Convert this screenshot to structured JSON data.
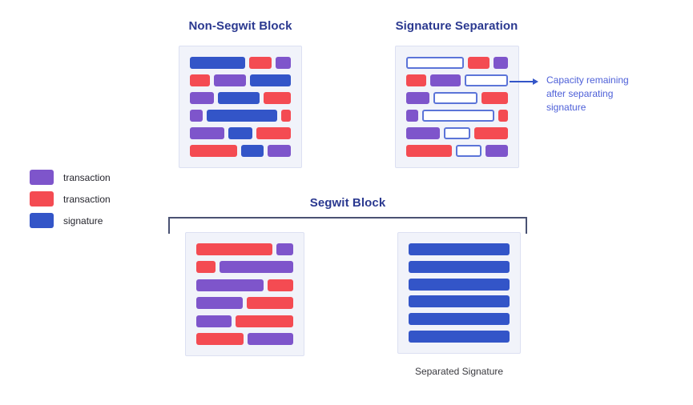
{
  "titles": {
    "non_segwit": "Non-Segwit Block",
    "signature_separation": "Signature Separation",
    "segwit": "Segwit Block"
  },
  "annotation": {
    "text": "Capacity remaining after separating signature"
  },
  "caption": {
    "separated_signature": "Separated Signature"
  },
  "legend": {
    "items": [
      {
        "label": "transaction",
        "type": "transaction-purple",
        "color": "#7E55CB"
      },
      {
        "label": "transaction",
        "type": "transaction-red",
        "color": "#F44B52"
      },
      {
        "label": "signature",
        "type": "signature",
        "color": "#3355C8"
      }
    ]
  },
  "colors": {
    "transaction_purple": "#7E55CB",
    "transaction_red": "#F44B52",
    "signature_blue": "#3355C8",
    "capacity_fill": "#FFFFFF",
    "capacity_border": "#5B74D8",
    "title_navy": "#2B3990",
    "annotation_blue": "#4E60D8",
    "box_bg": "#F1F3FA",
    "box_border": "#DCE0F2",
    "bracket": "#4A5273",
    "caption_dark": "#3A3A3F",
    "legend_text": "#26262E"
  },
  "blocks": {
    "non_segwit": {
      "rows": [
        [
          {
            "type": "signature",
            "w": 70
          },
          {
            "type": "transaction-red",
            "w": 28
          },
          {
            "type": "transaction-purple",
            "w": 19
          }
        ],
        [
          {
            "type": "transaction-red",
            "w": 27
          },
          {
            "type": "transaction-purple",
            "w": 42
          },
          {
            "type": "signature",
            "w": 54
          }
        ],
        [
          {
            "type": "transaction-purple",
            "w": 32
          },
          {
            "type": "signature",
            "w": 55
          },
          {
            "type": "transaction-red",
            "w": 36
          }
        ],
        [
          {
            "type": "transaction-purple",
            "w": 17
          },
          {
            "type": "signature",
            "w": 94
          },
          {
            "type": "transaction-red",
            "w": 13
          }
        ],
        [
          {
            "type": "transaction-purple",
            "w": 45
          },
          {
            "type": "signature",
            "w": 31
          },
          {
            "type": "transaction-red",
            "w": 45
          }
        ],
        [
          {
            "type": "transaction-red",
            "w": 62
          },
          {
            "type": "signature",
            "w": 30
          },
          {
            "type": "transaction-purple",
            "w": 30
          }
        ]
      ]
    },
    "signature_separation": {
      "rows": [
        [
          {
            "type": "capacity",
            "w": 70
          },
          {
            "type": "transaction-red",
            "w": 28
          },
          {
            "type": "transaction-purple",
            "w": 19
          }
        ],
        [
          {
            "type": "transaction-red",
            "w": 27
          },
          {
            "type": "transaction-purple",
            "w": 42
          },
          {
            "type": "capacity",
            "w": 54
          }
        ],
        [
          {
            "type": "transaction-purple",
            "w": 32
          },
          {
            "type": "capacity",
            "w": 55
          },
          {
            "type": "transaction-red",
            "w": 36
          }
        ],
        [
          {
            "type": "transaction-purple",
            "w": 17
          },
          {
            "type": "capacity",
            "w": 94
          },
          {
            "type": "transaction-red",
            "w": 13
          }
        ],
        [
          {
            "type": "transaction-purple",
            "w": 45
          },
          {
            "type": "capacity",
            "w": 31
          },
          {
            "type": "transaction-red",
            "w": 45
          }
        ],
        [
          {
            "type": "transaction-red",
            "w": 62
          },
          {
            "type": "capacity",
            "w": 30
          },
          {
            "type": "transaction-purple",
            "w": 30
          }
        ]
      ]
    },
    "segwit_transactions": {
      "rows": [
        [
          {
            "type": "transaction-red",
            "w": 102
          },
          {
            "type": "transaction-purple",
            "w": 22
          }
        ],
        [
          {
            "type": "transaction-red",
            "w": 25
          },
          {
            "type": "transaction-purple",
            "w": 98
          }
        ],
        [
          {
            "type": "transaction-purple",
            "w": 90
          },
          {
            "type": "transaction-red",
            "w": 34
          }
        ],
        [
          {
            "type": "transaction-purple",
            "w": 62
          },
          {
            "type": "transaction-red",
            "w": 62
          }
        ],
        [
          {
            "type": "transaction-purple",
            "w": 47
          },
          {
            "type": "transaction-red",
            "w": 78
          }
        ],
        [
          {
            "type": "transaction-red",
            "w": 63
          },
          {
            "type": "transaction-purple",
            "w": 60
          }
        ]
      ]
    },
    "segwit_signatures": {
      "rows": [
        [
          {
            "type": "signature",
            "w": 1
          }
        ],
        [
          {
            "type": "signature",
            "w": 1
          }
        ],
        [
          {
            "type": "signature",
            "w": 1
          }
        ],
        [
          {
            "type": "signature",
            "w": 1
          }
        ],
        [
          {
            "type": "signature",
            "w": 1
          }
        ],
        [
          {
            "type": "signature",
            "w": 1
          }
        ]
      ]
    }
  }
}
